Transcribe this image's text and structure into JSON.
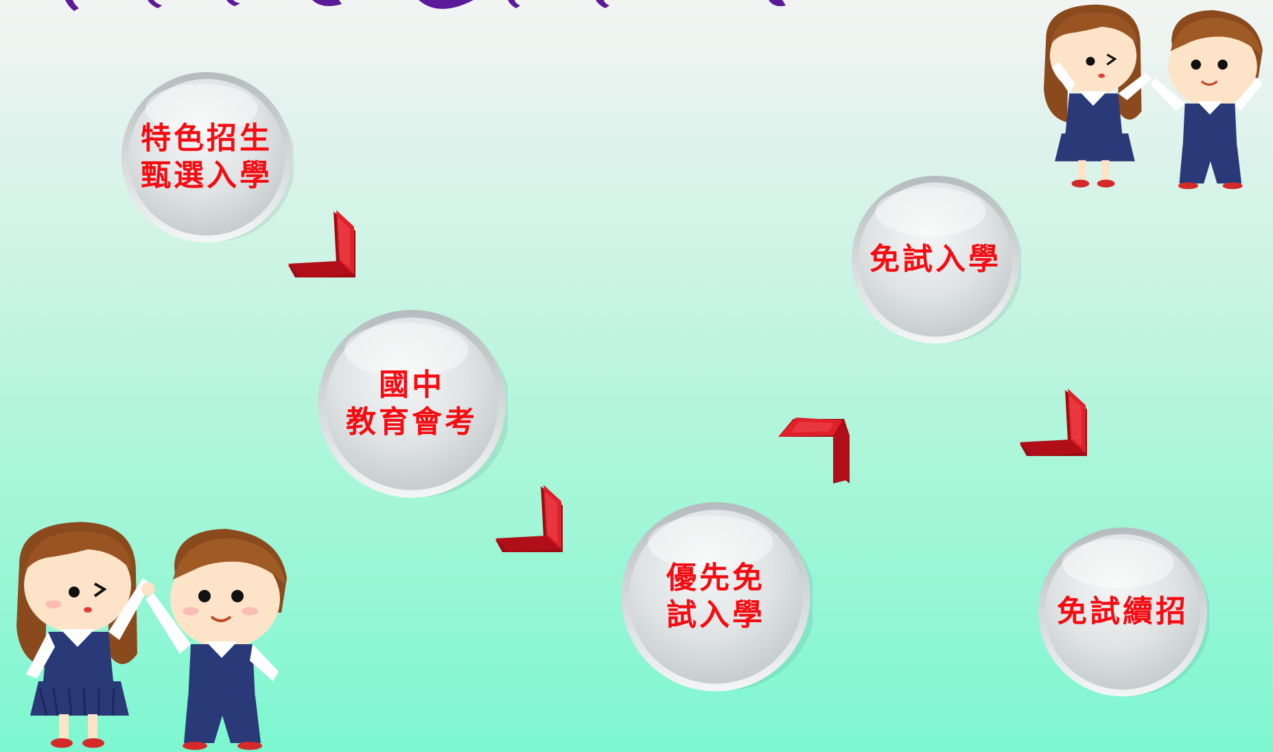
{
  "steps": [
    {
      "line1": "特色招生",
      "line2": "甄選入學"
    },
    {
      "line1": "國中",
      "line2": "教育會考"
    },
    {
      "line1": "優先免",
      "line2": "試入學"
    },
    {
      "line1": "免試入學",
      "line2": ""
    },
    {
      "line1": "免試續招",
      "line2": ""
    }
  ],
  "colors": {
    "label_red": "#f50c12",
    "arrow_red": "#c8101a",
    "title_purple": "#5a1a9a",
    "uniform_navy": "#2a3a78"
  },
  "decorations": [
    "students-illustration",
    "students-illustration"
  ]
}
